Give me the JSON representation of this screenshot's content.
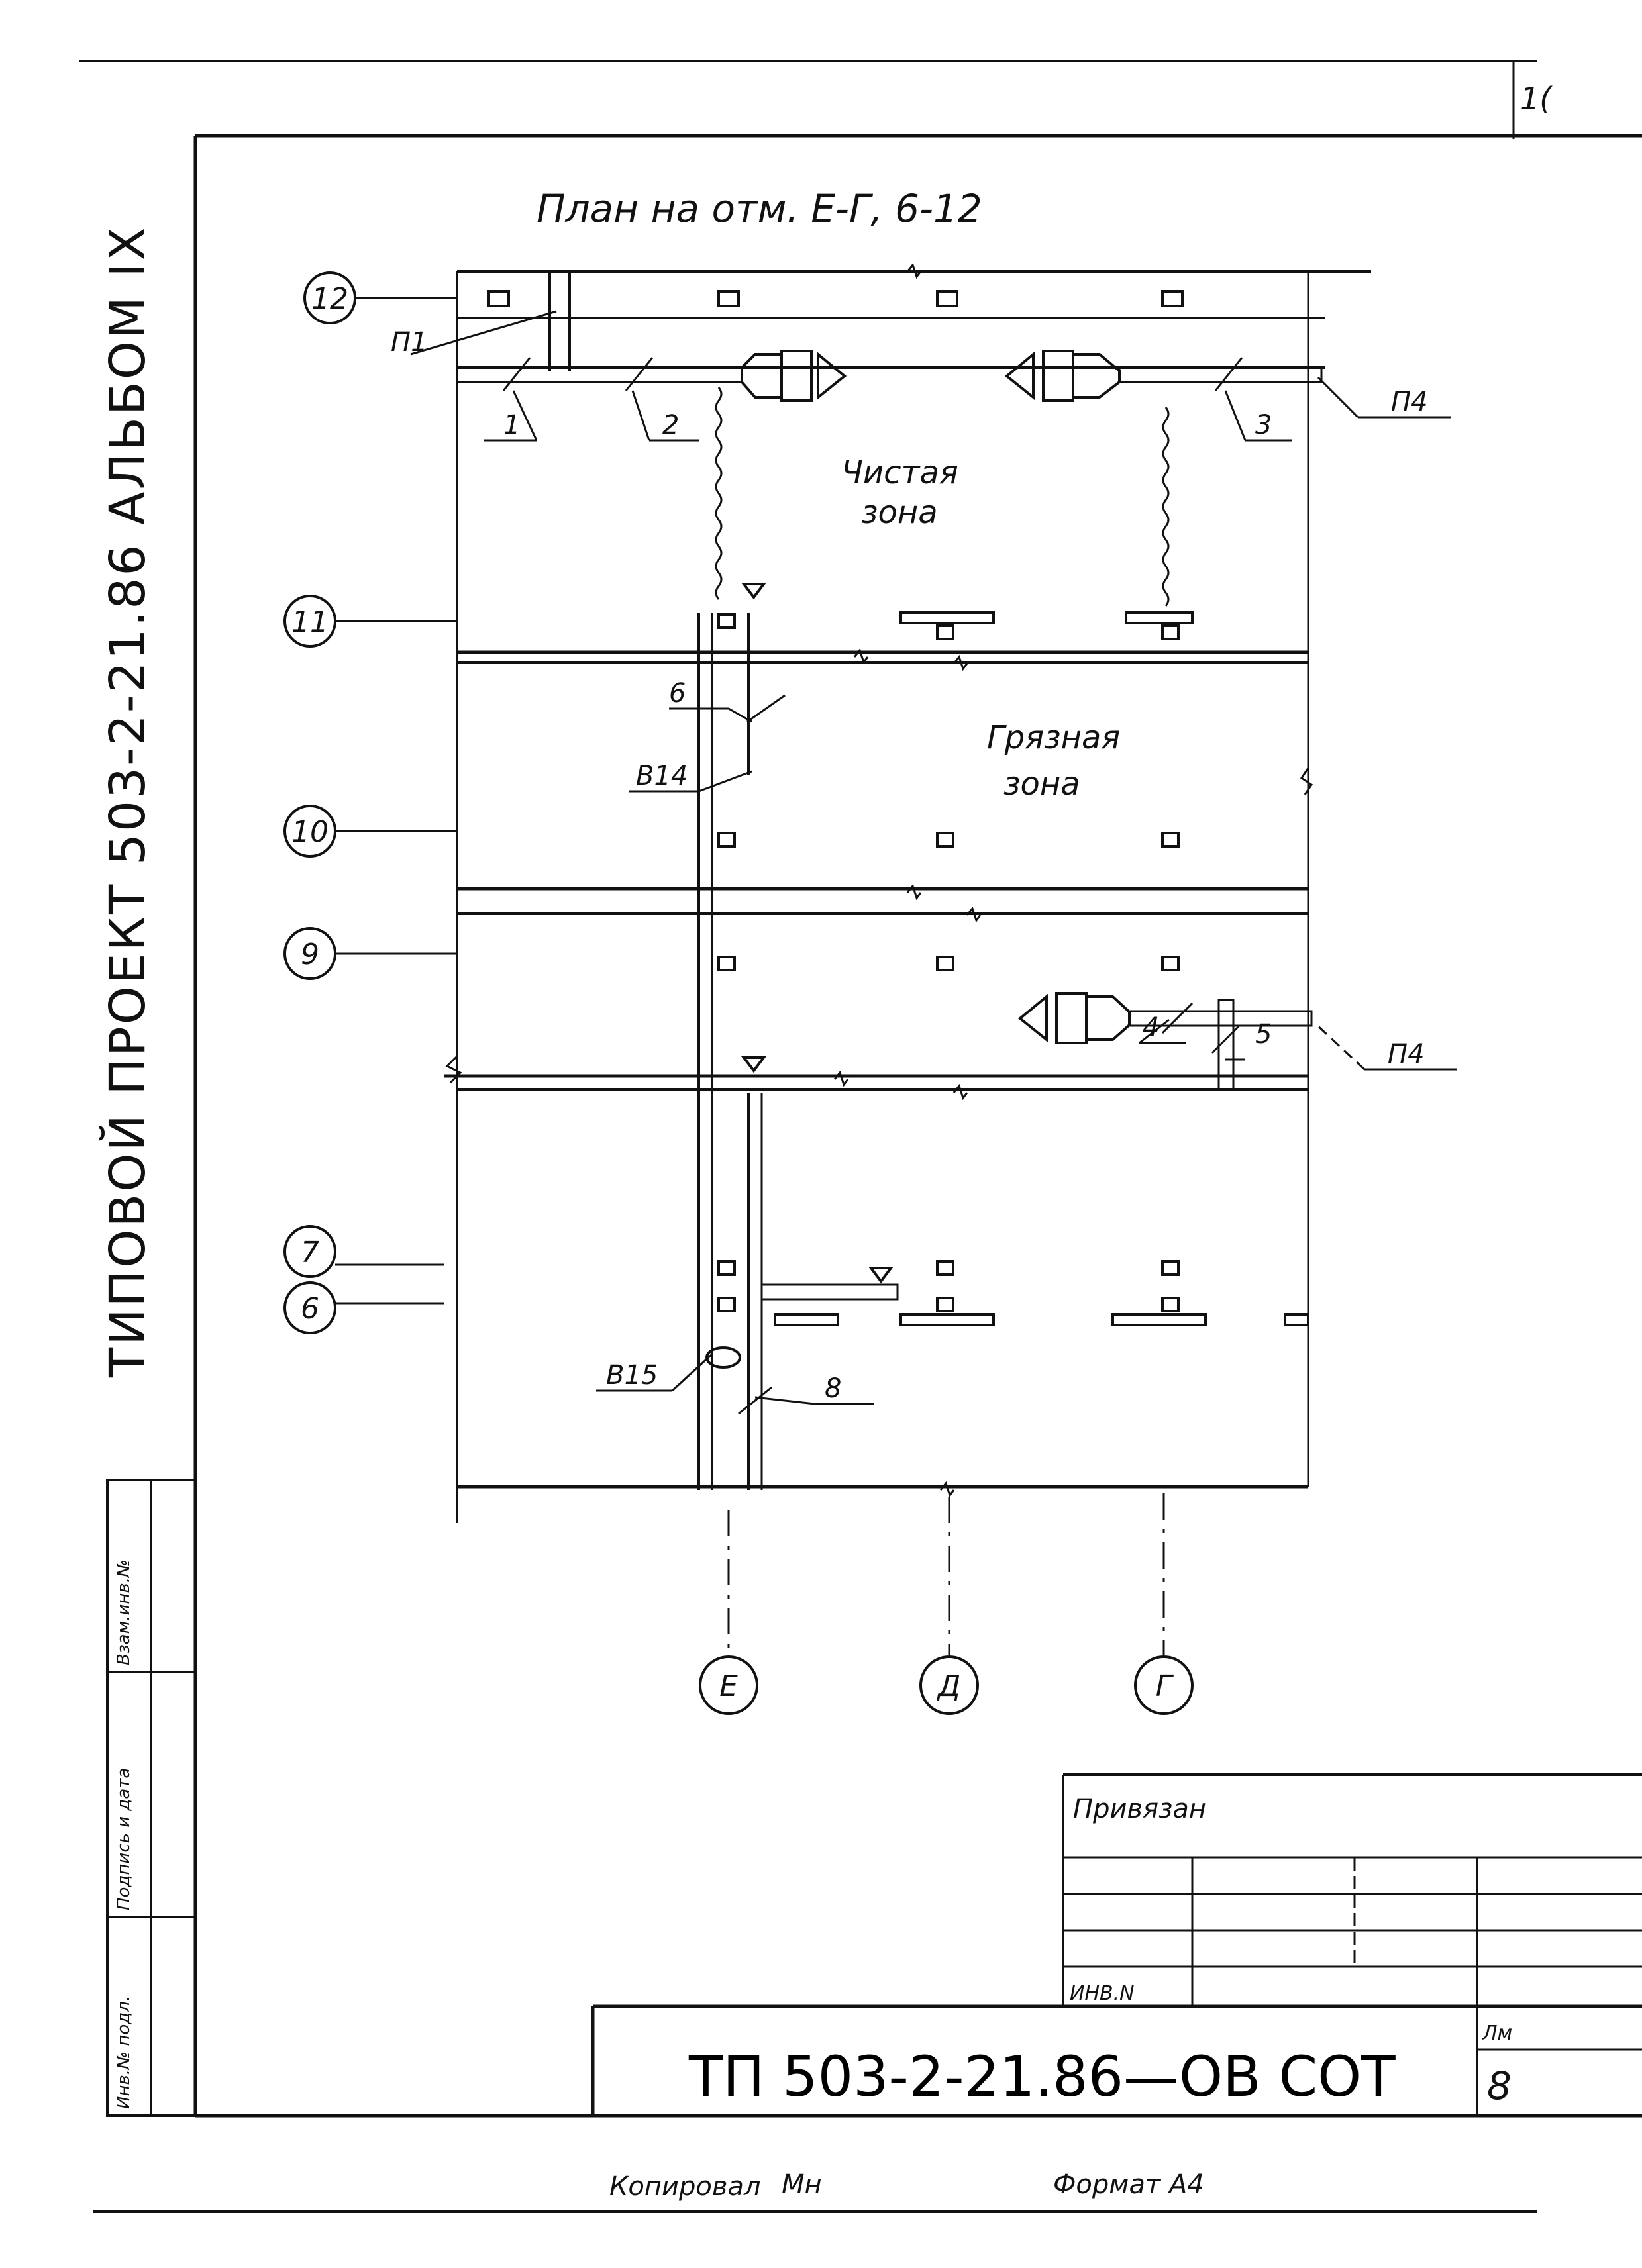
{
  "sheet_number": "1(",
  "album_label": "ТИПОВОЙ  ПРОЕКТ  503-2-21.86    АЛЬБОМ IX",
  "plan_title": "План на  отм.  Е-Г,  6-12",
  "axes_rows": [
    "12",
    "11",
    "10",
    "9",
    "7",
    "6"
  ],
  "axes_cols": [
    "Е",
    "Д",
    "Г"
  ],
  "zones": {
    "clean_line1": "Чистая",
    "clean_line2": "зона",
    "dirty_line1": "Грязная",
    "dirty_line2": "зона"
  },
  "callouts": {
    "p1": "П1",
    "p4_top": "П4",
    "p4_mid": "П4",
    "c1": "1",
    "c2": "2",
    "c3": "3",
    "c4": "4",
    "c5": "5",
    "c6": "6",
    "c8": "8",
    "v14": "В14",
    "v15": "В15"
  },
  "stamp": {
    "privyazan": "Привязан",
    "inv": "ИНВ.N",
    "code": "ТП 503-2-21.86—ОВ СОТ",
    "list_label": "Лм",
    "list_value": "8"
  },
  "side_columns": [
    "Инв.№ подл.",
    "Подпись и дата",
    "Взам.инв.№"
  ],
  "footer": {
    "copied": "Копировал",
    "signature": "Мн",
    "format": "Формат А4"
  }
}
